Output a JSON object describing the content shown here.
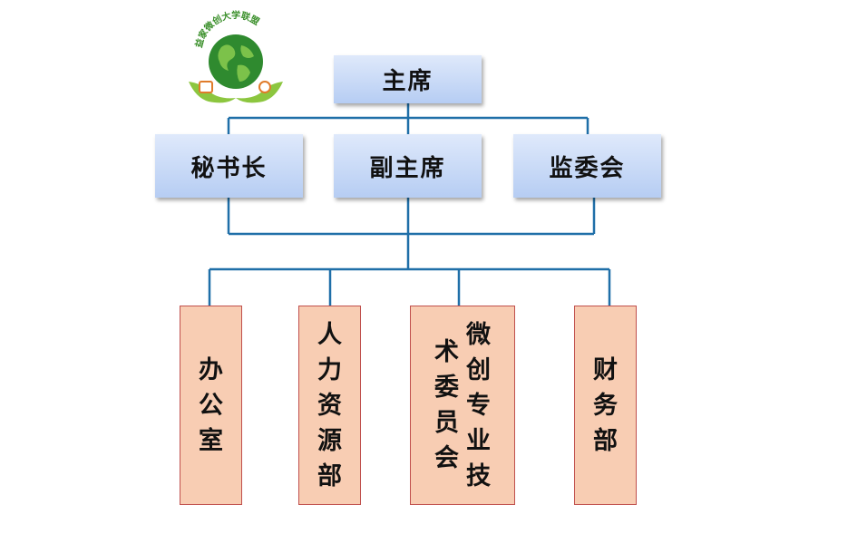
{
  "logo": {
    "text": "益家微创大学联盟",
    "icon": "earth-hands-logo"
  },
  "top": {
    "label": "主席"
  },
  "middle": [
    {
      "label": "秘书长"
    },
    {
      "label": "副主席"
    },
    {
      "label": "监委会"
    }
  ],
  "bottom": [
    {
      "chars": [
        "办",
        "公",
        "室"
      ]
    },
    {
      "chars": [
        "人",
        "力",
        "资",
        "源",
        "部"
      ]
    },
    {
      "col_right": [
        "微",
        "创",
        "专",
        "业",
        "技"
      ],
      "col_left": [
        "术",
        "委",
        "员",
        "会"
      ]
    },
    {
      "chars": [
        "财",
        "务",
        "部"
      ]
    }
  ],
  "colors": {
    "connector": "#1f6fa8",
    "blue_box": "#b6cdf3",
    "orange_box": "#f8cdb3",
    "orange_border": "#c0504d"
  }
}
